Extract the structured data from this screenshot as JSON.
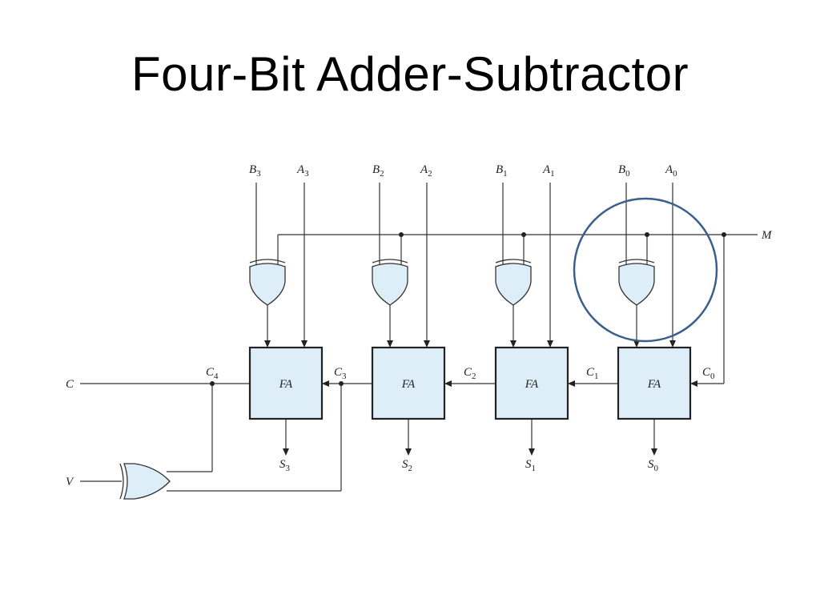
{
  "slide": {
    "title": "Four-Bit Adder-Subtractor"
  },
  "circuit": {
    "block_label": "FA",
    "inputs": [
      {
        "name": "B",
        "sub": "3"
      },
      {
        "name": "A",
        "sub": "3"
      },
      {
        "name": "B",
        "sub": "2"
      },
      {
        "name": "A",
        "sub": "2"
      },
      {
        "name": "B",
        "sub": "1"
      },
      {
        "name": "A",
        "sub": "1"
      },
      {
        "name": "B",
        "sub": "0"
      },
      {
        "name": "A",
        "sub": "0"
      }
    ],
    "mode_label": "M",
    "carries": [
      {
        "name": "C",
        "sub": "4"
      },
      {
        "name": "C",
        "sub": "3"
      },
      {
        "name": "C",
        "sub": "2"
      },
      {
        "name": "C",
        "sub": "1"
      },
      {
        "name": "C",
        "sub": "0"
      }
    ],
    "sums": [
      {
        "name": "S",
        "sub": "3"
      },
      {
        "name": "S",
        "sub": "2"
      },
      {
        "name": "S",
        "sub": "1"
      },
      {
        "name": "S",
        "sub": "0"
      }
    ],
    "carry_out_label": "C",
    "overflow_label": "V",
    "highlight_color": "#3a5f8c",
    "block_fill": "#ddeef9"
  }
}
